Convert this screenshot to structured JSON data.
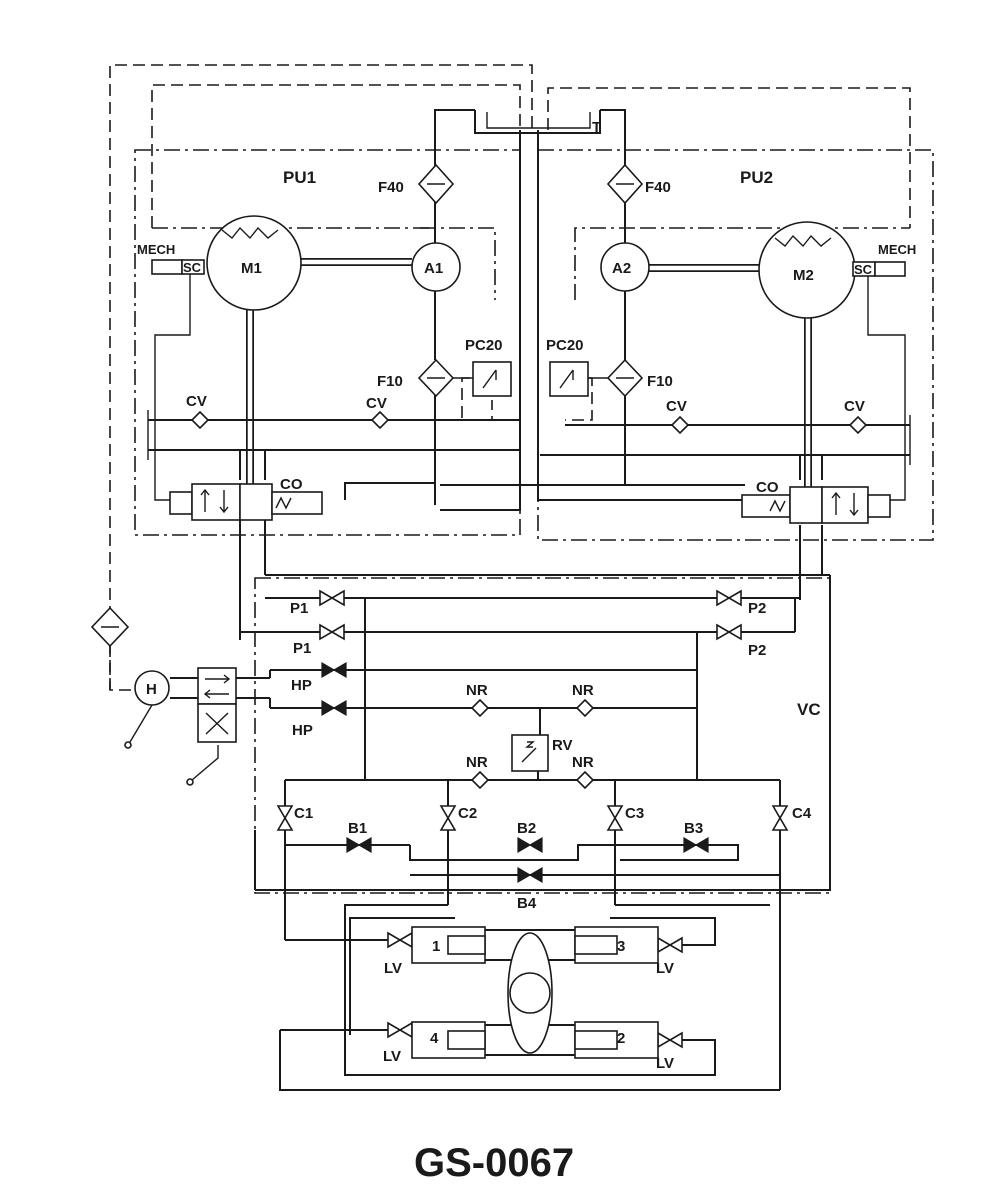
{
  "diagram": {
    "code": "GS-0067",
    "units": {
      "pu1": "PU1",
      "pu2": "PU2",
      "vc": "VC",
      "tank": "T"
    },
    "components": {
      "m1": "M1",
      "m2": "M2",
      "a1": "A1",
      "a2": "A2",
      "h": "H",
      "mech_left": "MECH",
      "mech_right": "MECH",
      "sc_left": "SC",
      "sc_right": "SC",
      "f40_left": "F40",
      "f40_right": "F40",
      "f10_left": "F10",
      "f10_right": "F10",
      "pc20_left": "PC20",
      "pc20_right": "PC20",
      "co_left": "CO",
      "co_right": "CO",
      "rv": "RV",
      "b4": "B4"
    },
    "valves": {
      "cv": [
        "CV",
        "CV",
        "CV",
        "CV"
      ],
      "p1": [
        "P1",
        "P1"
      ],
      "p2": [
        "P2",
        "P2"
      ],
      "hp": [
        "HP",
        "HP"
      ],
      "nr": [
        "NR",
        "NR",
        "NR",
        "NR"
      ],
      "c": [
        "C1",
        "C2",
        "C3",
        "C4"
      ],
      "b": [
        "B1",
        "B2",
        "B3"
      ],
      "lv": [
        "LV",
        "LV",
        "LV",
        "LV"
      ]
    },
    "actuators": [
      "1",
      "3",
      "4",
      "2"
    ]
  }
}
